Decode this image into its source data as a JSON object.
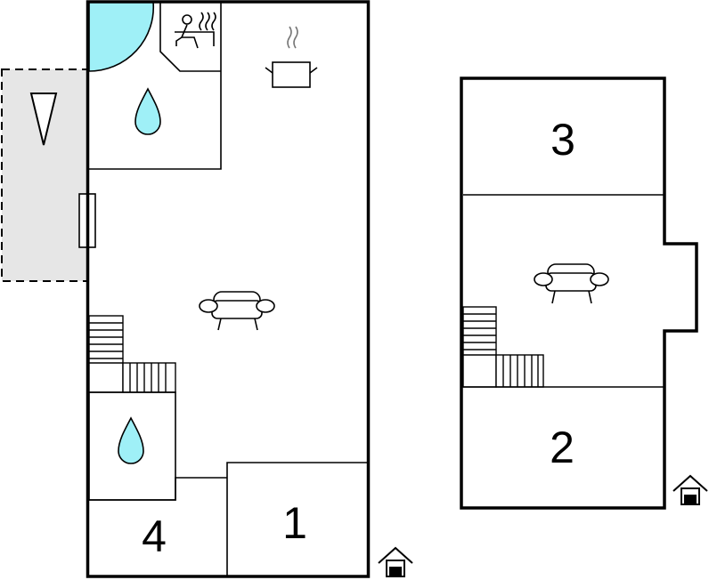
{
  "rooms": {
    "bedroom_1": "1",
    "bedroom_2": "2",
    "bedroom_3": "3",
    "bedroom_4": "4"
  },
  "icons": {
    "sauna": "sauna-icon",
    "kitchen": "cooking-pot-icon",
    "bathroom": "water-drop-icon",
    "living_room": "sofa-icon",
    "stairs": "stairs-icon",
    "terrace": "terrace-icon",
    "entrance": "entrance-house-icon"
  },
  "colors": {
    "shower": "#9ff0f7",
    "water_drop": "#9ff0f7",
    "terrace": "#e6e6e6",
    "walls": "#000000"
  }
}
